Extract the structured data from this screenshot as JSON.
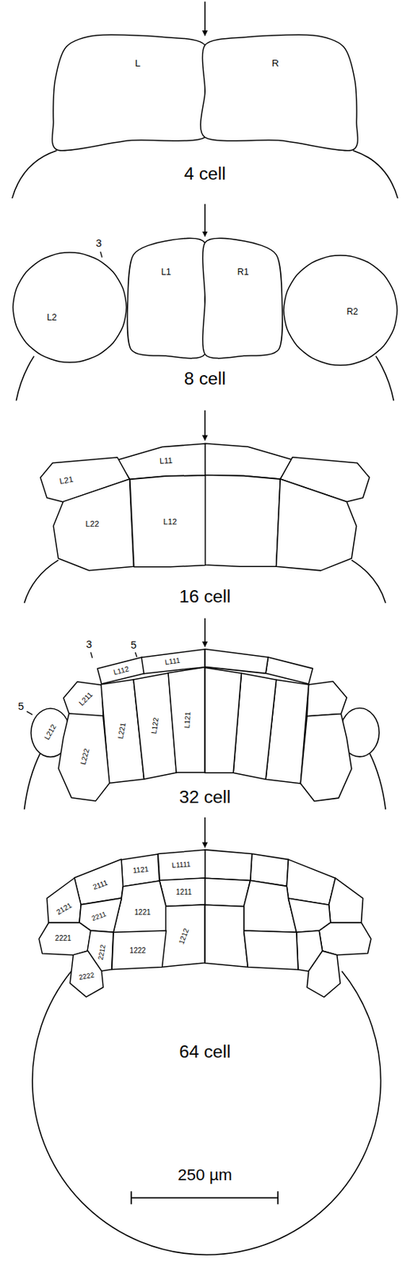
{
  "diagram": {
    "nodes": [
      {
        "text": [
          "L"
        ]
      },
      {
        "text": [
          "R"
        ]
      },
      {
        "text": [
          "L2"
        ]
      },
      {
        "text": [
          "L1"
        ]
      },
      {
        "text": [
          "R1"
        ]
      },
      {
        "text": [
          "R2"
        ]
      },
      {
        "text": [
          "L11"
        ]
      },
      {
        "text": [
          "L21"
        ]
      },
      {
        "text": [
          "L22"
        ]
      },
      {
        "text": [
          "L12"
        ]
      },
      {
        "text": [
          "L112"
        ]
      },
      {
        "text": [
          "L111"
        ]
      },
      {
        "text": [
          "L211"
        ]
      },
      {
        "text": [
          "L212"
        ]
      },
      {
        "text": [
          "L221"
        ]
      },
      {
        "text": [
          "L122"
        ]
      },
      {
        "text": [
          "L121"
        ]
      },
      {
        "text": [
          "L222"
        ]
      },
      {
        "text": [
          "1121"
        ]
      },
      {
        "text": [
          "L1111"
        ]
      },
      {
        "text": [
          "2111"
        ]
      },
      {
        "text": [
          "1211"
        ]
      },
      {
        "text": [
          "2121"
        ]
      },
      {
        "text": [
          "1221"
        ]
      },
      {
        "text": [
          "2211"
        ]
      },
      {
        "text": [
          "1212"
        ]
      },
      {
        "text": [
          "2221"
        ]
      },
      {
        "text": [
          "2212"
        ]
      },
      {
        "text": [
          "1222"
        ]
      },
      {
        "text": [
          "2222"
        ]
      }
    ],
    "labels": [
      "4 cell",
      "3",
      "8 cell",
      "16 cell",
      "3",
      "5",
      "5",
      "32 cell",
      "64 cell",
      "250 µm"
    ]
  }
}
